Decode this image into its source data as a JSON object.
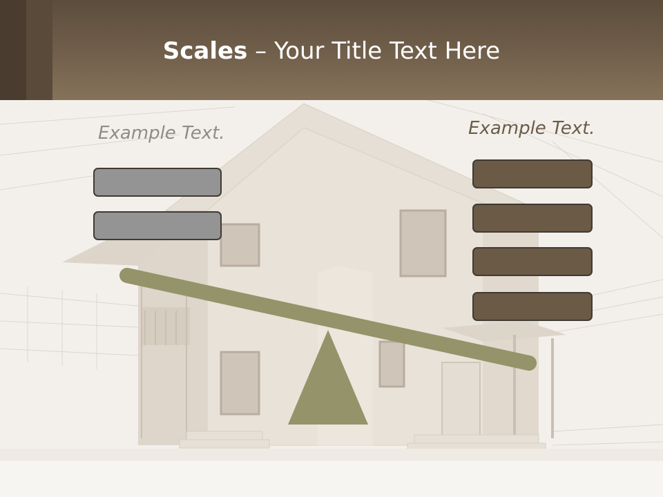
{
  "slide": {
    "title_bold": "Scales",
    "title_rest": " – Your Title Text Here"
  },
  "left_panel": {
    "label": "Example Text.",
    "box_count": 2
  },
  "right_panel": {
    "label": "Example Text.",
    "box_count": 4
  },
  "colors": {
    "header": "#6d5c48",
    "beam": "#94936a",
    "fulcrum": "#94936a",
    "left_boxes": "#949494",
    "right_boxes": "#6b5a46",
    "box_border": "#3f3a33"
  },
  "icons": {
    "balance": "seesaw-scale",
    "background": "house-wireframe"
  }
}
